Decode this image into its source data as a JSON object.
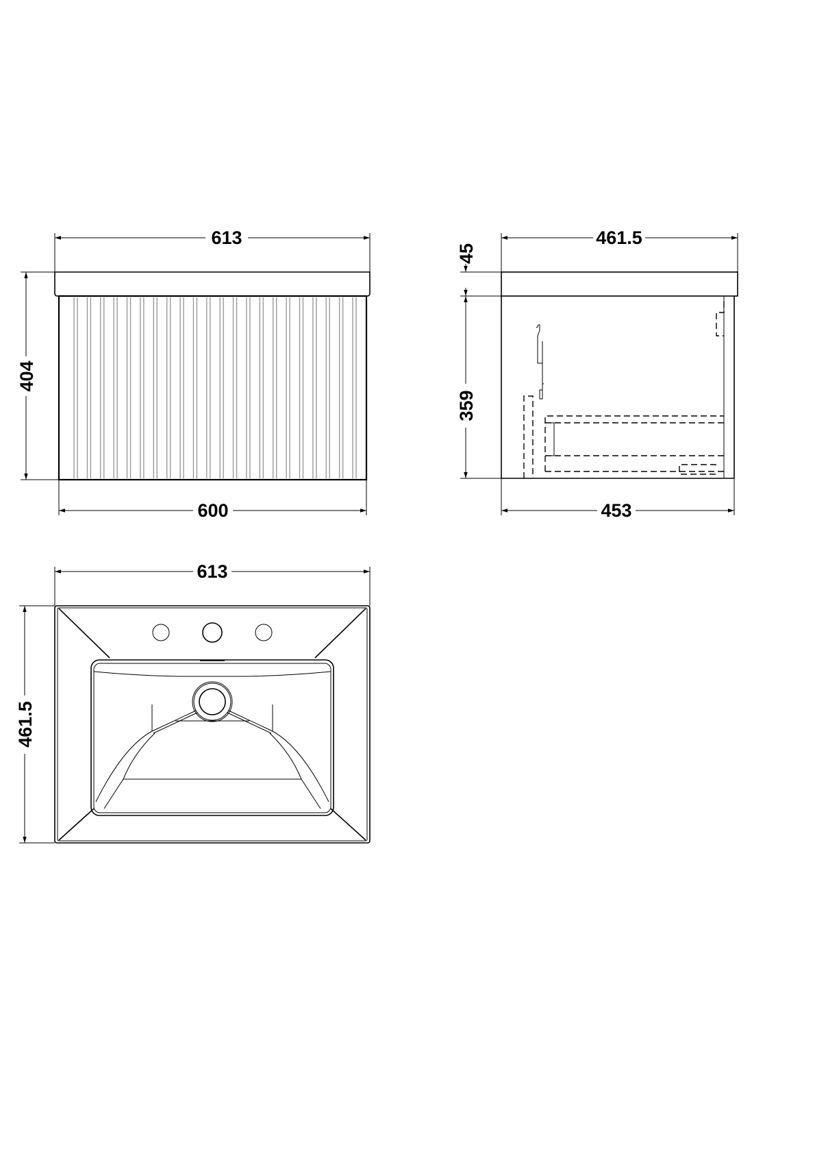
{
  "drawing": {
    "front_view": {
      "overall_width": "613",
      "overall_height": "404",
      "cabinet_width": "600",
      "flute_count": 22
    },
    "side_view": {
      "overall_depth": "461.5",
      "basin_thickness": "45",
      "cabinet_height": "359",
      "cabinet_depth": "453"
    },
    "plan_view": {
      "basin_width": "613",
      "basin_depth": "461.5",
      "tap_holes": 3
    }
  }
}
